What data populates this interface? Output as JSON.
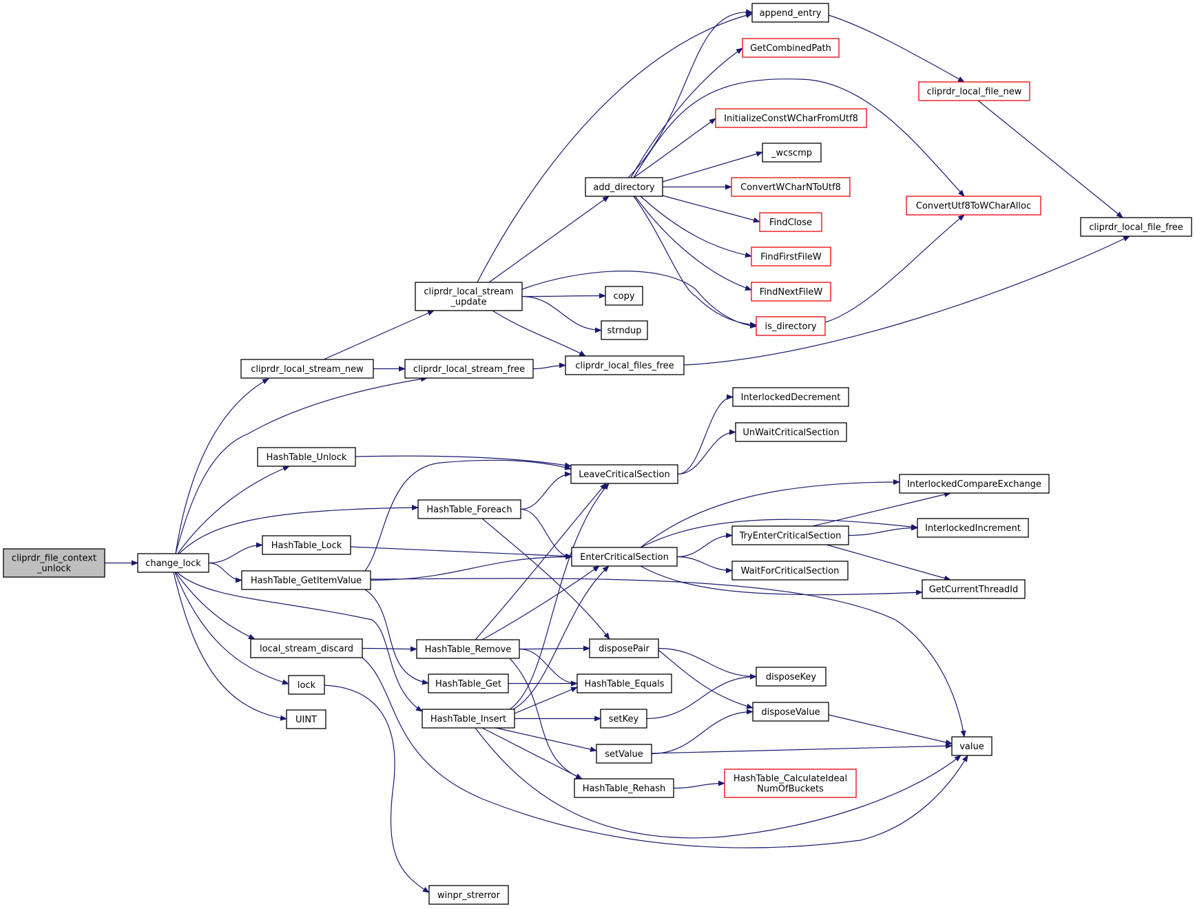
{
  "diagram": {
    "nodes": [
      {
        "id": "cliprdr_file_context_unlock",
        "label": [
          "cliprdr_file_context",
          "_unlock"
        ],
        "style": "root"
      },
      {
        "id": "change_lock",
        "label": [
          "change_lock"
        ],
        "style": "normal"
      },
      {
        "id": "cliprdr_local_stream_new",
        "label": [
          "cliprdr_local_stream_new"
        ],
        "style": "normal"
      },
      {
        "id": "cliprdr_local_stream_update",
        "label": [
          "cliprdr_local_stream",
          "_update"
        ],
        "style": "normal"
      },
      {
        "id": "cliprdr_local_stream_free",
        "label": [
          "cliprdr_local_stream_free"
        ],
        "style": "normal"
      },
      {
        "id": "cliprdr_local_files_free",
        "label": [
          "cliprdr_local_files_free"
        ],
        "style": "normal"
      },
      {
        "id": "add_directory",
        "label": [
          "add_directory"
        ],
        "style": "normal"
      },
      {
        "id": "append_entry",
        "label": [
          "append_entry"
        ],
        "style": "normal"
      },
      {
        "id": "GetCombinedPath",
        "label": [
          "GetCombinedPath"
        ],
        "style": "red"
      },
      {
        "id": "InitializeConstWCharFromUtf8",
        "label": [
          "InitializeConstWCharFromUtf8"
        ],
        "style": "red"
      },
      {
        "id": "_wcscmp",
        "label": [
          "_wcscmp"
        ],
        "style": "normal"
      },
      {
        "id": "ConvertWCharNToUtf8",
        "label": [
          "ConvertWCharNToUtf8"
        ],
        "style": "red"
      },
      {
        "id": "FindClose",
        "label": [
          "FindClose"
        ],
        "style": "red"
      },
      {
        "id": "FindFirstFileW",
        "label": [
          "FindFirstFileW"
        ],
        "style": "red"
      },
      {
        "id": "FindNextFileW",
        "label": [
          "FindNextFileW"
        ],
        "style": "red"
      },
      {
        "id": "is_directory",
        "label": [
          "is_directory"
        ],
        "style": "red"
      },
      {
        "id": "copy",
        "label": [
          "copy"
        ],
        "style": "normal"
      },
      {
        "id": "strndup",
        "label": [
          "strndup"
        ],
        "style": "normal"
      },
      {
        "id": "cliprdr_local_file_new",
        "label": [
          "cliprdr_local_file_new"
        ],
        "style": "red"
      },
      {
        "id": "ConvertUtf8ToWCharAlloc",
        "label": [
          "ConvertUtf8ToWCharAlloc"
        ],
        "style": "red"
      },
      {
        "id": "cliprdr_local_file_free",
        "label": [
          "cliprdr_local_file_free"
        ],
        "style": "normal"
      },
      {
        "id": "HashTable_Unlock",
        "label": [
          "HashTable_Unlock"
        ],
        "style": "normal"
      },
      {
        "id": "HashTable_Foreach",
        "label": [
          "HashTable_Foreach"
        ],
        "style": "normal"
      },
      {
        "id": "HashTable_Lock",
        "label": [
          "HashTable_Lock"
        ],
        "style": "normal"
      },
      {
        "id": "HashTable_GetItemValue",
        "label": [
          "HashTable_GetItemValue"
        ],
        "style": "normal"
      },
      {
        "id": "local_stream_discard",
        "label": [
          "local_stream_discard"
        ],
        "style": "normal"
      },
      {
        "id": "lock",
        "label": [
          "lock"
        ],
        "style": "normal"
      },
      {
        "id": "UINT",
        "label": [
          "UINT"
        ],
        "style": "normal"
      },
      {
        "id": "LeaveCriticalSection",
        "label": [
          "LeaveCriticalSection"
        ],
        "style": "normal"
      },
      {
        "id": "InterlockedDecrement",
        "label": [
          "InterlockedDecrement"
        ],
        "style": "normal"
      },
      {
        "id": "UnWaitCriticalSection",
        "label": [
          "UnWaitCriticalSection"
        ],
        "style": "normal"
      },
      {
        "id": "EnterCriticalSection",
        "label": [
          "EnterCriticalSection"
        ],
        "style": "normal"
      },
      {
        "id": "TryEnterCriticalSection",
        "label": [
          "TryEnterCriticalSection"
        ],
        "style": "normal"
      },
      {
        "id": "WaitForCriticalSection",
        "label": [
          "WaitForCriticalSection"
        ],
        "style": "normal"
      },
      {
        "id": "InterlockedCompareExchange",
        "label": [
          "InterlockedCompareExchange"
        ],
        "style": "normal"
      },
      {
        "id": "InterlockedIncrement",
        "label": [
          "InterlockedIncrement"
        ],
        "style": "normal"
      },
      {
        "id": "GetCurrentThreadId",
        "label": [
          "GetCurrentThreadId"
        ],
        "style": "normal"
      },
      {
        "id": "HashTable_Remove",
        "label": [
          "HashTable_Remove"
        ],
        "style": "normal"
      },
      {
        "id": "HashTable_Get",
        "label": [
          "HashTable_Get"
        ],
        "style": "normal"
      },
      {
        "id": "HashTable_Insert",
        "label": [
          "HashTable_Insert"
        ],
        "style": "normal"
      },
      {
        "id": "disposePair",
        "label": [
          "disposePair"
        ],
        "style": "normal"
      },
      {
        "id": "HashTable_Equals",
        "label": [
          "HashTable_Equals"
        ],
        "style": "normal"
      },
      {
        "id": "setKey",
        "label": [
          "setKey"
        ],
        "style": "normal"
      },
      {
        "id": "setValue",
        "label": [
          "setValue"
        ],
        "style": "normal"
      },
      {
        "id": "HashTable_Rehash",
        "label": [
          "HashTable_Rehash"
        ],
        "style": "normal"
      },
      {
        "id": "disposeKey",
        "label": [
          "disposeKey"
        ],
        "style": "normal"
      },
      {
        "id": "disposeValue",
        "label": [
          "disposeValue"
        ],
        "style": "normal"
      },
      {
        "id": "value",
        "label": [
          "value"
        ],
        "style": "normal"
      },
      {
        "id": "HashTable_CalculateIdealNumOfBuckets",
        "label": [
          "HashTable_CalculateIdeal",
          "NumOfBuckets"
        ],
        "style": "red"
      },
      {
        "id": "winpr_strerror",
        "label": [
          "winpr_strerror"
        ],
        "style": "normal"
      }
    ],
    "edges": [
      [
        "cliprdr_file_context_unlock",
        "change_lock"
      ],
      [
        "change_lock",
        "cliprdr_local_stream_new"
      ],
      [
        "change_lock",
        "cliprdr_local_stream_free"
      ],
      [
        "change_lock",
        "HashTable_Unlock"
      ],
      [
        "change_lock",
        "HashTable_Foreach"
      ],
      [
        "change_lock",
        "HashTable_Lock"
      ],
      [
        "change_lock",
        "HashTable_GetItemValue"
      ],
      [
        "change_lock",
        "HashTable_Insert"
      ],
      [
        "change_lock",
        "local_stream_discard"
      ],
      [
        "change_lock",
        "lock"
      ],
      [
        "change_lock",
        "UINT"
      ],
      [
        "cliprdr_local_stream_new",
        "cliprdr_local_stream_update"
      ],
      [
        "cliprdr_local_stream_new",
        "cliprdr_local_stream_free"
      ],
      [
        "cliprdr_local_stream_update",
        "add_directory"
      ],
      [
        "cliprdr_local_stream_update",
        "append_entry"
      ],
      [
        "cliprdr_local_stream_update",
        "copy"
      ],
      [
        "cliprdr_local_stream_update",
        "strndup"
      ],
      [
        "cliprdr_local_stream_update",
        "is_directory"
      ],
      [
        "cliprdr_local_stream_update",
        "cliprdr_local_files_free"
      ],
      [
        "cliprdr_local_stream_free",
        "cliprdr_local_files_free"
      ],
      [
        "cliprdr_local_files_free",
        "cliprdr_local_file_free"
      ],
      [
        "add_directory",
        "append_entry"
      ],
      [
        "add_directory",
        "GetCombinedPath"
      ],
      [
        "add_directory",
        "ConvertUtf8ToWCharAlloc"
      ],
      [
        "add_directory",
        "InitializeConstWCharFromUtf8"
      ],
      [
        "add_directory",
        "_wcscmp"
      ],
      [
        "add_directory",
        "ConvertWCharNToUtf8"
      ],
      [
        "add_directory",
        "FindClose"
      ],
      [
        "add_directory",
        "FindFirstFileW"
      ],
      [
        "add_directory",
        "FindNextFileW"
      ],
      [
        "add_directory",
        "is_directory"
      ],
      [
        "append_entry",
        "cliprdr_local_file_new"
      ],
      [
        "cliprdr_local_file_new",
        "cliprdr_local_file_free"
      ],
      [
        "is_directory",
        "ConvertUtf8ToWCharAlloc"
      ],
      [
        "HashTable_Unlock",
        "LeaveCriticalSection"
      ],
      [
        "HashTable_Foreach",
        "LeaveCriticalSection"
      ],
      [
        "HashTable_Foreach",
        "EnterCriticalSection"
      ],
      [
        "HashTable_Foreach",
        "disposePair"
      ],
      [
        "HashTable_Lock",
        "EnterCriticalSection"
      ],
      [
        "HashTable_GetItemValue",
        "LeaveCriticalSection"
      ],
      [
        "HashTable_GetItemValue",
        "EnterCriticalSection"
      ],
      [
        "HashTable_GetItemValue",
        "HashTable_Get"
      ],
      [
        "HashTable_GetItemValue",
        "value"
      ],
      [
        "local_stream_discard",
        "HashTable_Remove"
      ],
      [
        "local_stream_discard",
        "value"
      ],
      [
        "lock",
        "winpr_strerror"
      ],
      [
        "LeaveCriticalSection",
        "InterlockedDecrement"
      ],
      [
        "LeaveCriticalSection",
        "UnWaitCriticalSection"
      ],
      [
        "EnterCriticalSection",
        "InterlockedCompareExchange"
      ],
      [
        "EnterCriticalSection",
        "InterlockedIncrement"
      ],
      [
        "EnterCriticalSection",
        "TryEnterCriticalSection"
      ],
      [
        "EnterCriticalSection",
        "WaitForCriticalSection"
      ],
      [
        "EnterCriticalSection",
        "GetCurrentThreadId"
      ],
      [
        "TryEnterCriticalSection",
        "InterlockedCompareExchange"
      ],
      [
        "TryEnterCriticalSection",
        "InterlockedIncrement"
      ],
      [
        "TryEnterCriticalSection",
        "GetCurrentThreadId"
      ],
      [
        "HashTable_Remove",
        "LeaveCriticalSection"
      ],
      [
        "HashTable_Remove",
        "EnterCriticalSection"
      ],
      [
        "HashTable_Remove",
        "disposePair"
      ],
      [
        "HashTable_Remove",
        "HashTable_Equals"
      ],
      [
        "HashTable_Remove",
        "HashTable_Rehash"
      ],
      [
        "HashTable_Get",
        "HashTable_Equals"
      ],
      [
        "HashTable_Insert",
        "LeaveCriticalSection"
      ],
      [
        "HashTable_Insert",
        "EnterCriticalSection"
      ],
      [
        "HashTable_Insert",
        "HashTable_Equals"
      ],
      [
        "HashTable_Insert",
        "setKey"
      ],
      [
        "HashTable_Insert",
        "setValue"
      ],
      [
        "HashTable_Insert",
        "HashTable_Rehash"
      ],
      [
        "HashTable_Insert",
        "value"
      ],
      [
        "disposePair",
        "disposeKey"
      ],
      [
        "disposePair",
        "disposeValue"
      ],
      [
        "setKey",
        "disposeKey"
      ],
      [
        "setValue",
        "disposeValue"
      ],
      [
        "setValue",
        "value"
      ],
      [
        "disposeValue",
        "value"
      ],
      [
        "HashTable_Rehash",
        "HashTable_CalculateIdealNumOfBuckets"
      ]
    ]
  }
}
